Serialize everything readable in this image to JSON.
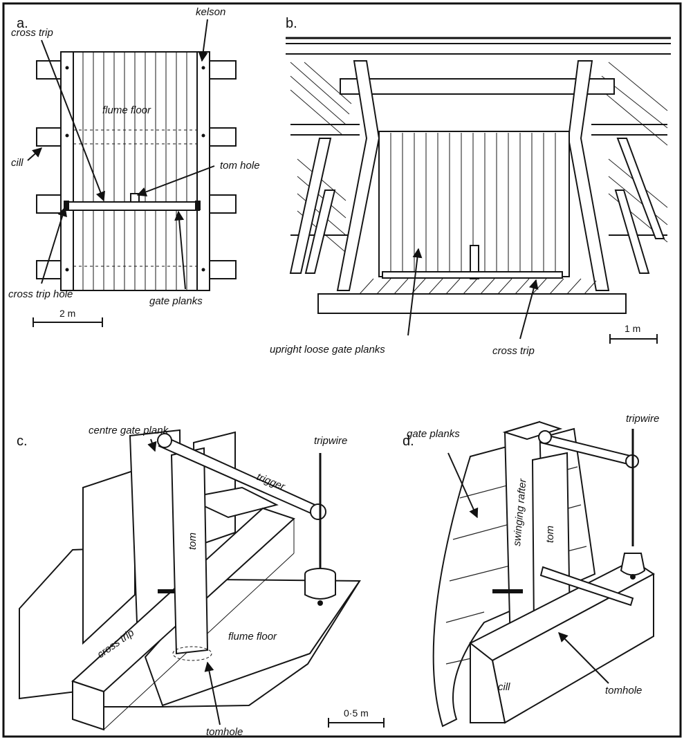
{
  "panels": {
    "a": {
      "letter": "a.",
      "labels": {
        "kelson": "kelson",
        "cross_trip": "cross trip",
        "flume_floor": "flume floor",
        "cill": "cill",
        "tom_hole": "tom hole",
        "cross_trip_hole": "cross trip hole",
        "gate_planks": "gate planks"
      },
      "scale": "2 m"
    },
    "b": {
      "letter": "b.",
      "labels": {
        "upright_loose_gate_planks": "upright loose gate planks",
        "cross_trip": "cross trip"
      },
      "scale": "1 m"
    },
    "c": {
      "letter": "c.",
      "labels": {
        "centre_gate_plank": "centre gate plank",
        "tripwire": "tripwire",
        "trigger": "trigger",
        "tom": "tom",
        "cross_trip": "cross trip",
        "flume_floor": "flume floor",
        "tomhole": "tomhole"
      },
      "scale": "0·5 m"
    },
    "d": {
      "letter": "d.",
      "labels": {
        "tripwire": "tripwire",
        "gate_planks": "gate planks",
        "swinging_rafter": "swinging rafter",
        "tom": "tom",
        "cill": "cill",
        "tomhole": "tomhole"
      }
    }
  }
}
